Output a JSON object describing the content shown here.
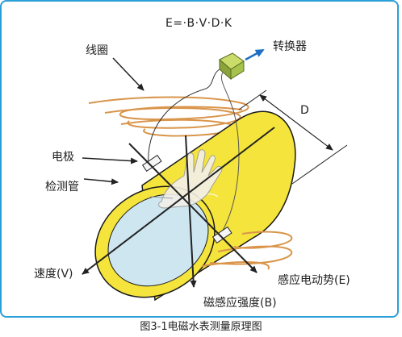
{
  "formula": "E=·B·V·D·K",
  "labels": {
    "coil": "线圈",
    "converter": "转换器",
    "diameter": "D",
    "electrode": "电极",
    "measuring_tube": "检测管",
    "velocity": "速度(V)",
    "emf": "感应电动势(E)",
    "magnetic_field": "磁感应强度(B)"
  },
  "caption": "图3-1电磁水表测量原理图",
  "colors": {
    "frame": "#2a9fd8",
    "tube_yellow": "#f4e43c",
    "tube_inner": "#cde6ef",
    "coil": "#d9954a",
    "converter": "#a7c24a",
    "arrow_blue": "#1f6fc2"
  }
}
